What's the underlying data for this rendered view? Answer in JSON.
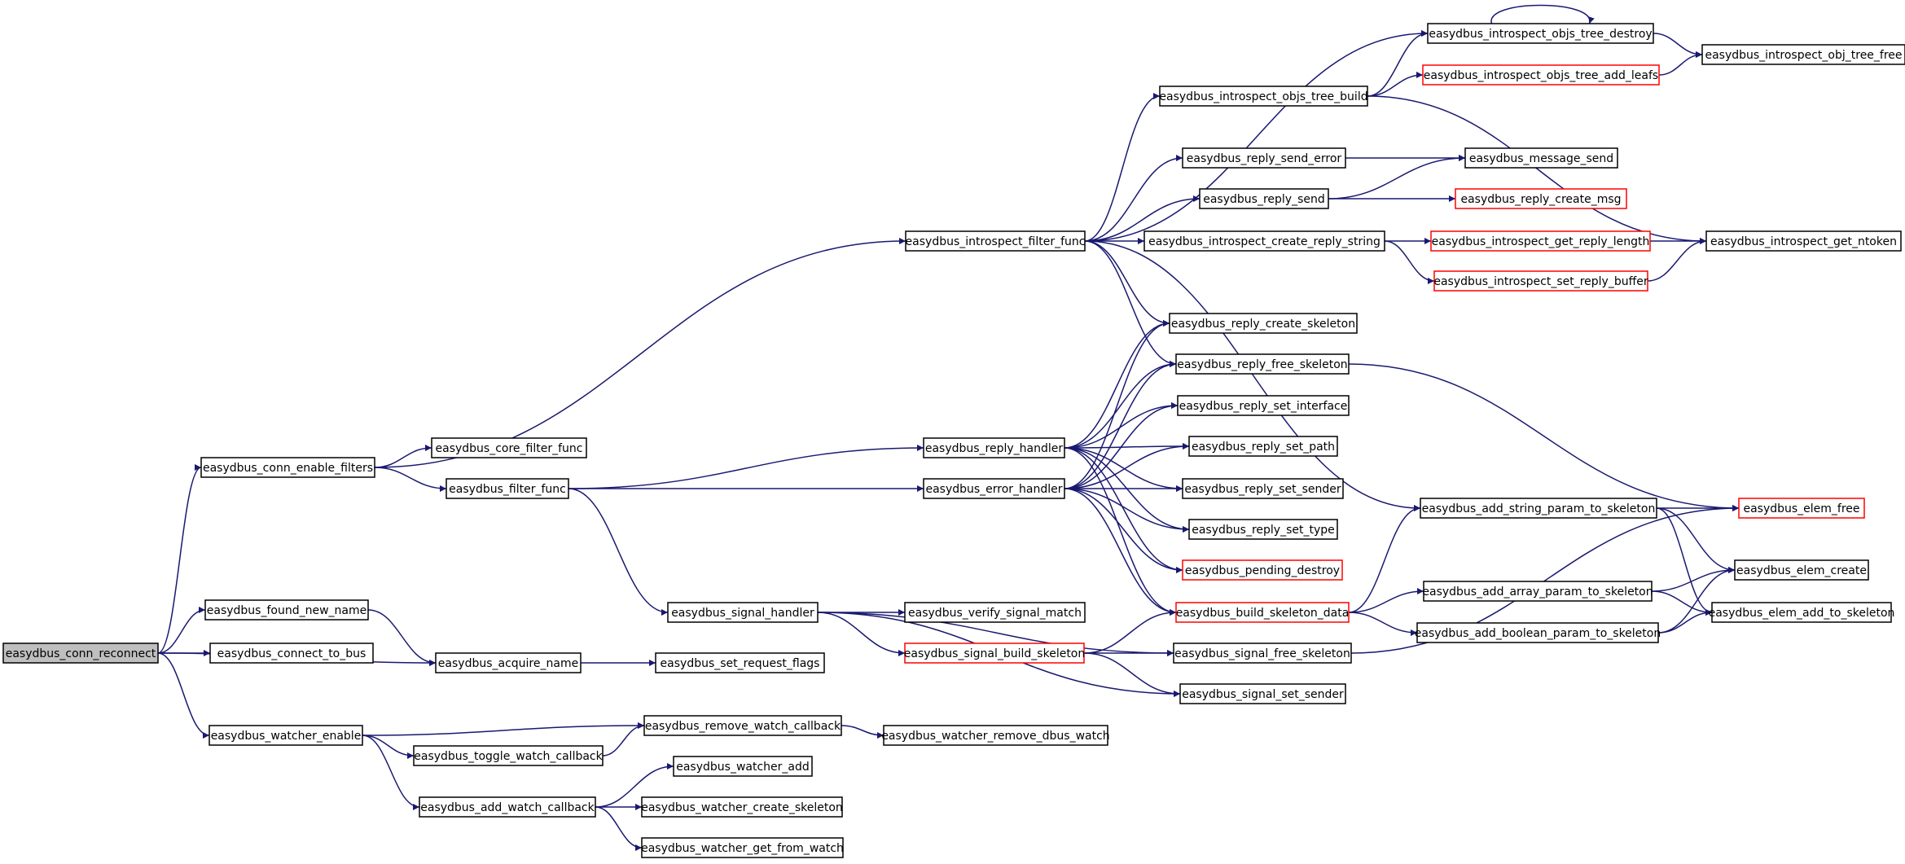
{
  "diagram": {
    "colors": {
      "edge": "#191970",
      "border": "#000000",
      "truncated_border": "#ff0000",
      "root_fill": "#bfbfbf"
    },
    "nodes": [
      {
        "id": "conn_reconnect",
        "label": "easydbus_conn_reconnect",
        "style": "root"
      },
      {
        "id": "conn_enable_filters",
        "label": "easydbus_conn_enable_filters",
        "style": "normal"
      },
      {
        "id": "found_new_name",
        "label": "easydbus_found_new_name",
        "style": "normal"
      },
      {
        "id": "connect_to_bus",
        "label": "easydbus_connect_to_bus",
        "style": "normal"
      },
      {
        "id": "acquire_name",
        "label": "easydbus_acquire_name",
        "style": "normal"
      },
      {
        "id": "watcher_enable",
        "label": "easydbus_watcher_enable",
        "style": "normal"
      },
      {
        "id": "core_filter_func",
        "label": "easydbus_core_filter_func",
        "style": "normal"
      },
      {
        "id": "filter_func",
        "label": "easydbus_filter_func",
        "style": "normal"
      },
      {
        "id": "introspect_filter_func",
        "label": "easydbus_introspect_filter_func",
        "style": "normal"
      },
      {
        "id": "set_request_flags",
        "label": "easydbus_set_request_flags",
        "style": "normal"
      },
      {
        "id": "toggle_watch_callback",
        "label": "easydbus_toggle_watch_callback",
        "style": "normal"
      },
      {
        "id": "remove_watch_callback",
        "label": "easydbus_remove_watch_callback",
        "style": "normal"
      },
      {
        "id": "add_watch_callback",
        "label": "easydbus_add_watch_callback",
        "style": "normal"
      },
      {
        "id": "reply_handler",
        "label": "easydbus_reply_handler",
        "style": "normal"
      },
      {
        "id": "error_handler",
        "label": "easydbus_error_handler",
        "style": "normal"
      },
      {
        "id": "signal_handler",
        "label": "easydbus_signal_handler",
        "style": "normal"
      },
      {
        "id": "verify_signal_match",
        "label": "easydbus_verify_signal_match",
        "style": "normal"
      },
      {
        "id": "signal_build_skeleton",
        "label": "easydbus_signal_build_skeleton",
        "style": "truncated"
      },
      {
        "id": "watcher_remove_dbus_watch",
        "label": "easydbus_watcher_remove_dbus_watch",
        "style": "normal"
      },
      {
        "id": "watcher_add",
        "label": "easydbus_watcher_add",
        "style": "normal"
      },
      {
        "id": "watcher_create_skeleton",
        "label": "easydbus_watcher_create_skeleton",
        "style": "normal"
      },
      {
        "id": "watcher_get_from_watch",
        "label": "easydbus_watcher_get_from_watch",
        "style": "normal"
      },
      {
        "id": "objs_tree_build",
        "label": "easydbus_introspect_objs_tree_build",
        "style": "normal"
      },
      {
        "id": "reply_send_error",
        "label": "easydbus_reply_send_error",
        "style": "normal"
      },
      {
        "id": "reply_send",
        "label": "easydbus_reply_send",
        "style": "normal"
      },
      {
        "id": "create_reply_string",
        "label": "easydbus_introspect_create_reply_string",
        "style": "normal"
      },
      {
        "id": "reply_create_skeleton",
        "label": "easydbus_reply_create_skeleton",
        "style": "normal"
      },
      {
        "id": "reply_free_skeleton",
        "label": "easydbus_reply_free_skeleton",
        "style": "normal"
      },
      {
        "id": "reply_set_interface",
        "label": "easydbus_reply_set_interface",
        "style": "normal"
      },
      {
        "id": "reply_set_path",
        "label": "easydbus_reply_set_path",
        "style": "normal"
      },
      {
        "id": "reply_set_sender",
        "label": "easydbus_reply_set_sender",
        "style": "normal"
      },
      {
        "id": "reply_set_type",
        "label": "easydbus_reply_set_type",
        "style": "normal"
      },
      {
        "id": "pending_destroy",
        "label": "easydbus_pending_destroy",
        "style": "truncated"
      },
      {
        "id": "build_skeleton_data",
        "label": "easydbus_build_skeleton_data",
        "style": "truncated"
      },
      {
        "id": "signal_free_skeleton",
        "label": "easydbus_signal_free_skeleton",
        "style": "normal"
      },
      {
        "id": "signal_set_sender",
        "label": "easydbus_signal_set_sender",
        "style": "normal"
      },
      {
        "id": "objs_tree_destroy",
        "label": "easydbus_introspect_objs_tree_destroy",
        "style": "normal"
      },
      {
        "id": "objs_tree_add_leafs",
        "label": "easydbus_introspect_objs_tree_add_leafs",
        "style": "truncated"
      },
      {
        "id": "message_send",
        "label": "easydbus_message_send",
        "style": "normal"
      },
      {
        "id": "reply_create_msg",
        "label": "easydbus_reply_create_msg",
        "style": "truncated"
      },
      {
        "id": "get_reply_length",
        "label": "easydbus_introspect_get_reply_length",
        "style": "truncated"
      },
      {
        "id": "set_reply_buffer",
        "label": "easydbus_introspect_set_reply_buffer",
        "style": "truncated"
      },
      {
        "id": "add_string_param",
        "label": "easydbus_add_string_param_to_skeleton",
        "style": "normal"
      },
      {
        "id": "add_array_param",
        "label": "easydbus_add_array_param_to_skeleton",
        "style": "normal"
      },
      {
        "id": "add_boolean_param",
        "label": "easydbus_add_boolean_param_to_skeleton",
        "style": "normal"
      },
      {
        "id": "obj_tree_free",
        "label": "easydbus_introspect_obj_tree_free",
        "style": "normal"
      },
      {
        "id": "get_ntoken",
        "label": "easydbus_introspect_get_ntoken",
        "style": "normal"
      },
      {
        "id": "elem_free",
        "label": "easydbus_elem_free",
        "style": "truncated"
      },
      {
        "id": "elem_create",
        "label": "easydbus_elem_create",
        "style": "normal"
      },
      {
        "id": "elem_add_to_skeleton",
        "label": "easydbus_elem_add_to_skeleton",
        "style": "normal"
      }
    ],
    "edges": [
      [
        "conn_reconnect",
        "conn_enable_filters"
      ],
      [
        "conn_reconnect",
        "found_new_name"
      ],
      [
        "conn_reconnect",
        "connect_to_bus"
      ],
      [
        "conn_reconnect",
        "acquire_name"
      ],
      [
        "conn_reconnect",
        "watcher_enable"
      ],
      [
        "conn_enable_filters",
        "core_filter_func"
      ],
      [
        "conn_enable_filters",
        "filter_func"
      ],
      [
        "conn_enable_filters",
        "introspect_filter_func"
      ],
      [
        "found_new_name",
        "acquire_name"
      ],
      [
        "acquire_name",
        "set_request_flags"
      ],
      [
        "watcher_enable",
        "remove_watch_callback"
      ],
      [
        "watcher_enable",
        "toggle_watch_callback"
      ],
      [
        "watcher_enable",
        "add_watch_callback"
      ],
      [
        "toggle_watch_callback",
        "remove_watch_callback"
      ],
      [
        "remove_watch_callback",
        "watcher_remove_dbus_watch"
      ],
      [
        "add_watch_callback",
        "watcher_add"
      ],
      [
        "add_watch_callback",
        "watcher_create_skeleton"
      ],
      [
        "add_watch_callback",
        "watcher_get_from_watch"
      ],
      [
        "filter_func",
        "reply_handler"
      ],
      [
        "filter_func",
        "error_handler"
      ],
      [
        "filter_func",
        "signal_handler"
      ],
      [
        "introspect_filter_func",
        "objs_tree_destroy"
      ],
      [
        "introspect_filter_func",
        "objs_tree_build"
      ],
      [
        "introspect_filter_func",
        "reply_send_error"
      ],
      [
        "introspect_filter_func",
        "reply_send"
      ],
      [
        "introspect_filter_func",
        "create_reply_string"
      ],
      [
        "introspect_filter_func",
        "reply_create_skeleton"
      ],
      [
        "introspect_filter_func",
        "reply_free_skeleton"
      ],
      [
        "introspect_filter_func",
        "add_string_param"
      ],
      [
        "reply_handler",
        "reply_create_skeleton"
      ],
      [
        "reply_handler",
        "reply_free_skeleton"
      ],
      [
        "reply_handler",
        "reply_set_interface"
      ],
      [
        "reply_handler",
        "reply_set_path"
      ],
      [
        "reply_handler",
        "reply_set_sender"
      ],
      [
        "reply_handler",
        "reply_set_type"
      ],
      [
        "reply_handler",
        "pending_destroy"
      ],
      [
        "reply_handler",
        "build_skeleton_data"
      ],
      [
        "error_handler",
        "reply_create_skeleton"
      ],
      [
        "error_handler",
        "reply_free_skeleton"
      ],
      [
        "error_handler",
        "reply_set_interface"
      ],
      [
        "error_handler",
        "reply_set_path"
      ],
      [
        "error_handler",
        "reply_set_sender"
      ],
      [
        "error_handler",
        "reply_set_type"
      ],
      [
        "error_handler",
        "pending_destroy"
      ],
      [
        "error_handler",
        "build_skeleton_data"
      ],
      [
        "signal_handler",
        "verify_signal_match"
      ],
      [
        "signal_handler",
        "signal_build_skeleton"
      ],
      [
        "signal_handler",
        "signal_free_skeleton"
      ],
      [
        "signal_handler",
        "signal_set_sender"
      ],
      [
        "signal_build_skeleton",
        "build_skeleton_data"
      ],
      [
        "signal_build_skeleton",
        "signal_free_skeleton"
      ],
      [
        "signal_build_skeleton",
        "signal_set_sender"
      ],
      [
        "objs_tree_build",
        "objs_tree_destroy"
      ],
      [
        "objs_tree_build",
        "objs_tree_add_leafs"
      ],
      [
        "objs_tree_build",
        "get_ntoken"
      ],
      [
        "objs_tree_destroy",
        "objs_tree_destroy"
      ],
      [
        "objs_tree_destroy",
        "obj_tree_free"
      ],
      [
        "objs_tree_add_leafs",
        "obj_tree_free"
      ],
      [
        "reply_send_error",
        "message_send"
      ],
      [
        "reply_send",
        "message_send"
      ],
      [
        "reply_send",
        "reply_create_msg"
      ],
      [
        "create_reply_string",
        "get_reply_length"
      ],
      [
        "create_reply_string",
        "set_reply_buffer"
      ],
      [
        "get_reply_length",
        "get_ntoken"
      ],
      [
        "set_reply_buffer",
        "get_ntoken"
      ],
      [
        "reply_free_skeleton",
        "elem_free"
      ],
      [
        "build_skeleton_data",
        "add_string_param"
      ],
      [
        "build_skeleton_data",
        "add_array_param"
      ],
      [
        "build_skeleton_data",
        "add_boolean_param"
      ],
      [
        "signal_free_skeleton",
        "elem_free"
      ],
      [
        "add_string_param",
        "elem_free"
      ],
      [
        "add_string_param",
        "elem_create"
      ],
      [
        "add_string_param",
        "elem_add_to_skeleton"
      ],
      [
        "add_array_param",
        "elem_create"
      ],
      [
        "add_array_param",
        "elem_add_to_skeleton"
      ],
      [
        "add_boolean_param",
        "elem_create"
      ],
      [
        "add_boolean_param",
        "elem_add_to_skeleton"
      ]
    ]
  }
}
